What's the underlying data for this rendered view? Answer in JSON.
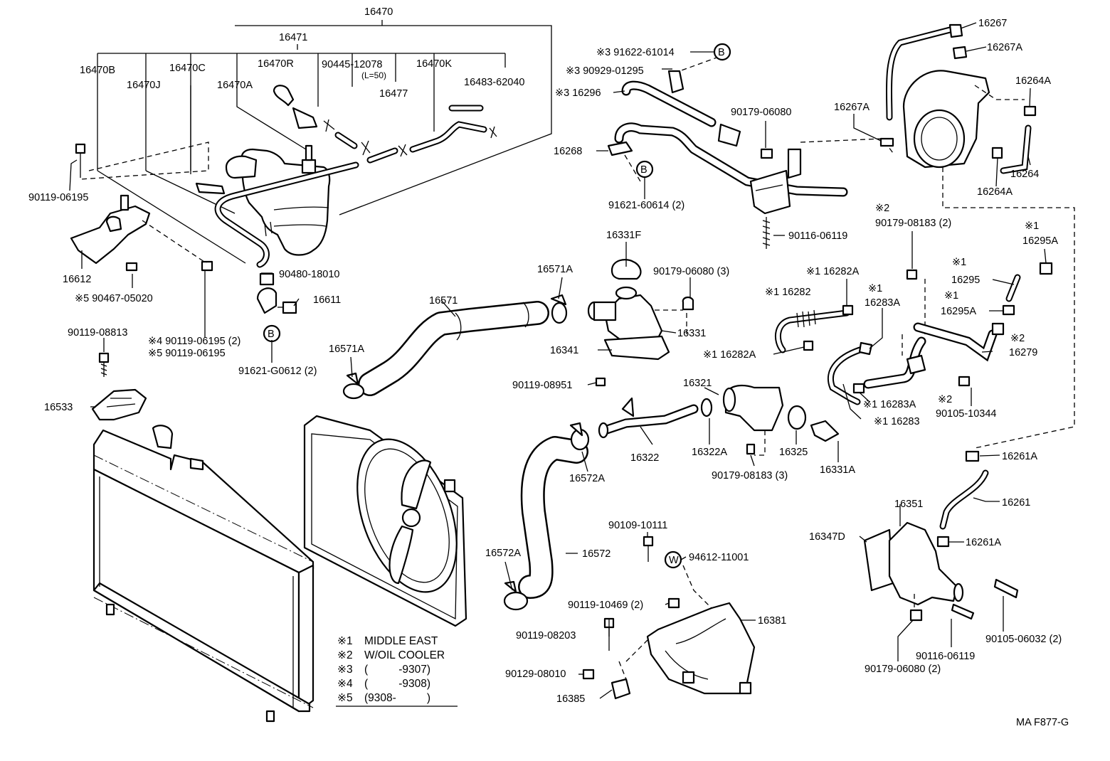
{
  "diagram_code": "MA F877-G",
  "part_numbers": {
    "p16470": "16470",
    "p16471": "16471",
    "p16470B": "16470B",
    "p16470J": "16470J",
    "p16470C": "16470C",
    "p16470R": "16470R",
    "p16470A": "16470A",
    "p90445_12078": "90445-12078",
    "p90445_len": "(L=50)",
    "p16477": "16477",
    "p16470K": "16470K",
    "p16483_62040": "16483-62040",
    "p90119_06195_a": "90119-06195",
    "p16612": "16612",
    "p90467_05020": "※5  90467-05020",
    "p90480_18010": "90480-18010",
    "p16611": "16611",
    "p90119_08813": "90119-08813",
    "p90119_06195_b": "※4  90119-06195 (2)",
    "p90119_06195_c": "※5  90119-06195",
    "pB_left": "B",
    "p91621_G0612": "91621-G0612 (2)",
    "p16533": "16533",
    "p91622_61014": "※3  91622-61014",
    "pB_top": "B",
    "p90929_01295": "※3  90929-01295",
    "p16296": "※3  16296",
    "p90179_06080_a": "90179-06080",
    "p16268": "16268",
    "pB_mid": "B",
    "p91621_60614": "91621-60614 (2)",
    "p90116_06119_a": "90116-06119",
    "p16331F": "16331F",
    "p90179_06080_b": "90179-06080 (3)",
    "p16331": "16331",
    "p16341": "16341",
    "p16571A_a": "16571A",
    "p16571": "16571",
    "p16571A_b": "16571A",
    "p90119_08951": "90119-08951",
    "p16321": "16321",
    "p16322": "16322",
    "p16322A": "16322A",
    "p90179_08183_a": "90179-08183 (3)",
    "p16325": "16325",
    "p16331A": "16331A",
    "p16572A_a": "16572A",
    "p16572A_b": "16572A",
    "p16572": "16572",
    "p90109_10111": "90109-10111",
    "pW": "W",
    "p94612_11001": "94612-11001",
    "p90119_10469": "90119-10469 (2)",
    "p16381": "16381",
    "p90119_08203": "90119-08203",
    "p90129_08010": "90129-08010",
    "p16385": "16385",
    "p16267": "16267",
    "p16267A_a": "16267A",
    "p16267A_b": "16267A",
    "p16264A_a": "16264A",
    "p16264": "16264",
    "p16264A_b": "16264A",
    "p2_mark": "※2",
    "p90179_08183_b": "90179-08183 (2)",
    "p1_mark_a": "※1",
    "p16295A_a": "16295A",
    "p1_mark_b": "※1",
    "p16295": "16295",
    "p1_mark_c": "※1",
    "p16295A_b": "16295A",
    "p16282A_a": "※1  16282A",
    "p16282": "※1  16282",
    "p1_mark_d": "※1",
    "p16283A_a": "16283A",
    "p16282A_b": "※1  16282A",
    "p2_mark_b": "※2",
    "p16279": "16279",
    "p16283A_b": "※1  16283A",
    "p2_mark_c": "※2",
    "p90105_10344": "90105-10344",
    "p16283": "※1  16283",
    "p16261A_a": "16261A",
    "p16261": "16261",
    "p16351": "16351",
    "p16347D": "16347D",
    "p16261A_b": "16261A",
    "p90105_06032": "90105-06032 (2)",
    "p90116_06119_b": "90116-06119",
    "p90179_06080_c": "90179-06080 (2)"
  },
  "notes": [
    {
      "mark": "※1",
      "text": "MIDDLE EAST"
    },
    {
      "mark": "※2",
      "text": "W/OIL COOLER"
    },
    {
      "mark": "※3",
      "text": "(          -9307)"
    },
    {
      "mark": "※4",
      "text": "(          -9308)"
    },
    {
      "mark": "※5",
      "text": "(9308-          )"
    }
  ]
}
